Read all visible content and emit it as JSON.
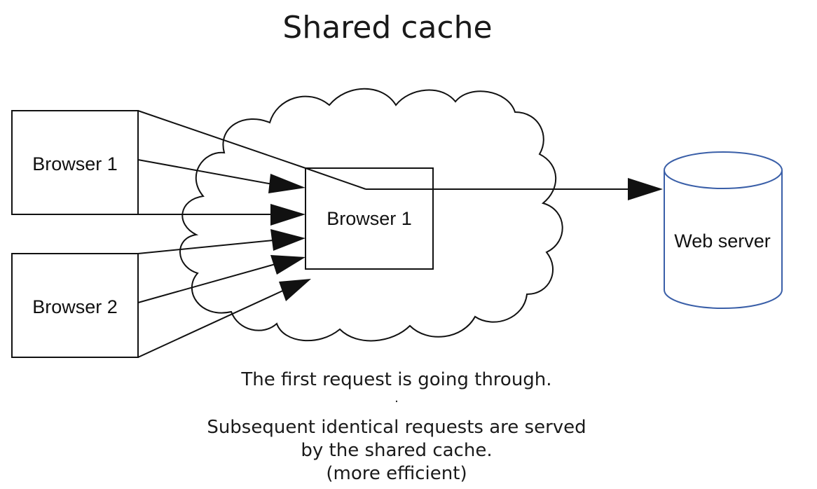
{
  "title": "Shared cache",
  "nodes": {
    "browser_top": "Browser 1",
    "browser_bottom": "Browser 2",
    "cache_box": "Browser 1",
    "server": "Web server"
  },
  "caption": {
    "line1": "The first request is going through.",
    "separator": ".",
    "line2": "Subsequent identical requests are served",
    "line3": "by the shared cache.",
    "line4": "(more efficient)"
  },
  "colors": {
    "server_outline": "#3a5fa8",
    "lines": "#111111"
  }
}
